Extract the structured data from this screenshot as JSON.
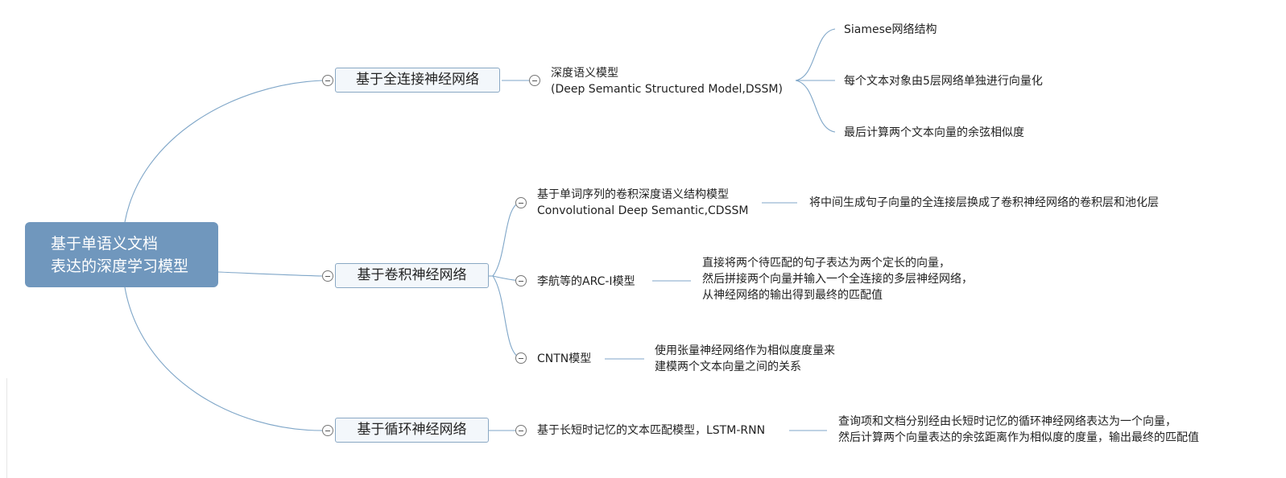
{
  "root": {
    "lines": [
      "基于单语义文档",
      "表达的深度学习模型"
    ]
  },
  "branches": [
    {
      "label": "基于全连接神经网络",
      "children": [
        {
          "lines": [
            "深度语义模型",
            "(Deep Semantic Structured Model,DSSM)"
          ],
          "details": [
            "Siamese网络结构",
            "每个文本对象由5层网络单独进行向量化",
            "最后计算两个文本向量的余弦相似度"
          ]
        }
      ]
    },
    {
      "label": "基于卷积神经网络",
      "children": [
        {
          "lines": [
            "基于单词序列的卷积深度语义结构模型",
            "Convolutional Deep Semantic,CDSSM"
          ],
          "detail": [
            "将中间生成句子向量的全连接层换成了卷积神经网络的卷积层和池化层"
          ]
        },
        {
          "lines": [
            "李航等的ARC-I模型"
          ],
          "detail": [
            "直接将两个待匹配的句子表达为两个定长的向量，",
            "然后拼接两个向量并输入一个全连接的多层神经网络，",
            "从神经网络的输出得到最终的匹配值"
          ]
        },
        {
          "lines": [
            "CNTN模型"
          ],
          "detail": [
            "使用张量神经网络作为相似度度量来",
            "建模两个文本向量之间的关系"
          ]
        }
      ]
    },
    {
      "label": "基于循环神经网络",
      "children": [
        {
          "lines": [
            "基于长短时记忆的文本匹配模型，LSTM-RNN"
          ],
          "detail": [
            "查询项和文档分别经由长短时记忆的循环神经网络表达为一个向量，",
            "然后计算两个向量表达的余弦距离作为相似度的度量，输出最终的匹配值"
          ]
        }
      ]
    }
  ],
  "colors": {
    "root_fill": "#7097bd",
    "branch_border": "#8aa8c4",
    "branch_fill": "#f3f7fb",
    "connector": "#7fa6c8"
  }
}
